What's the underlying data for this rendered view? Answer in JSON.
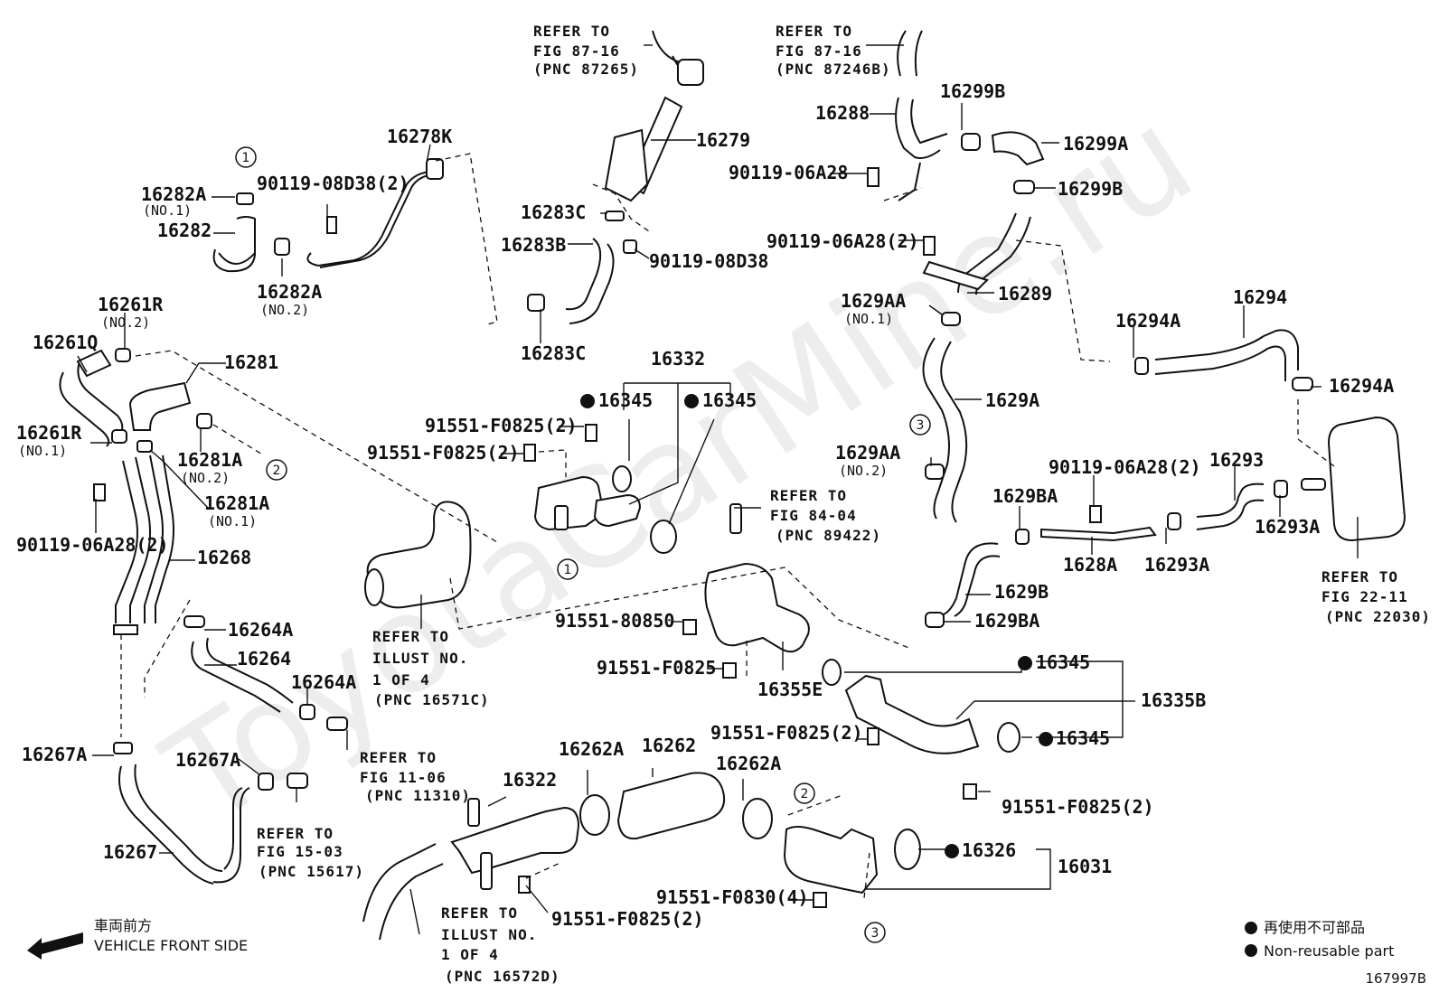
{
  "watermark": "ToyotaCarMine.ru",
  "illustration_number": "167997B",
  "front_label_jp": "車両前方",
  "front_label_en": "VEHICLE FRONT SIDE",
  "legend": {
    "jp": "再使用不可部品",
    "en": "Non-reusable part"
  },
  "labels": [
    {
      "id": "16278K",
      "text": "16278K",
      "style": "pn"
    },
    {
      "id": "16282A-no1",
      "text": "16282A",
      "style": "pn"
    },
    {
      "id": "16282A-no1-sub",
      "text": "(NO.1)",
      "style": "sub"
    },
    {
      "id": "16282",
      "text": "16282",
      "style": "pn"
    },
    {
      "id": "16282A-no2",
      "text": "16282A",
      "style": "pn"
    },
    {
      "id": "16282A-no2-sub",
      "text": "(NO.2)",
      "style": "sub"
    },
    {
      "id": "90119-08D38-2",
      "text": "90119-08D38(2)",
      "style": "pn"
    },
    {
      "id": "16279",
      "text": "16279",
      "style": "pn"
    },
    {
      "id": "16283C-top",
      "text": "16283C",
      "style": "pn"
    },
    {
      "id": "16283B",
      "text": "16283B",
      "style": "pn"
    },
    {
      "id": "90119-08D38",
      "text": "90119-08D38",
      "style": "pn"
    },
    {
      "id": "16283C-bottom",
      "text": "16283C",
      "style": "pn"
    },
    {
      "id": "16288",
      "text": "16288",
      "style": "pn"
    },
    {
      "id": "16299B-top",
      "text": "16299B",
      "style": "pn"
    },
    {
      "id": "16299A",
      "text": "16299A",
      "style": "pn"
    },
    {
      "id": "90119-06A28-a",
      "text": "90119-06A28",
      "style": "pn"
    },
    {
      "id": "16299B-bottom",
      "text": "16299B",
      "style": "pn"
    },
    {
      "id": "90119-06A28-2-a",
      "text": "90119-06A28(2)",
      "style": "pn"
    },
    {
      "id": "16289",
      "text": "16289",
      "style": "pn"
    },
    {
      "id": "1629AA-no1",
      "text": "1629AA",
      "style": "pn"
    },
    {
      "id": "1629AA-no1-sub",
      "text": "(NO.1)",
      "style": "sub"
    },
    {
      "id": "16294",
      "text": "16294",
      "style": "pn"
    },
    {
      "id": "16294A-top",
      "text": "16294A",
      "style": "pn"
    },
    {
      "id": "16294A-right",
      "text": "16294A",
      "style": "pn"
    },
    {
      "id": "1629A",
      "text": "1629A",
      "style": "pn"
    },
    {
      "id": "1629AA-no2",
      "text": "1629AA",
      "style": "pn"
    },
    {
      "id": "1629AA-no2-sub",
      "text": "(NO.2)",
      "style": "sub"
    },
    {
      "id": "90119-06A28-2-b",
      "text": "90119-06A28(2)",
      "style": "pn"
    },
    {
      "id": "16293",
      "text": "16293",
      "style": "pn"
    },
    {
      "id": "1629BA-top",
      "text": "1629BA",
      "style": "pn"
    },
    {
      "id": "1628A",
      "text": "1628A",
      "style": "pn"
    },
    {
      "id": "16293A-mid",
      "text": "16293A",
      "style": "pn"
    },
    {
      "id": "16293A-right",
      "text": "16293A",
      "style": "pn"
    },
    {
      "id": "1629B",
      "text": "1629B",
      "style": "pn"
    },
    {
      "id": "1629BA-bottom",
      "text": "1629BA",
      "style": "pn"
    },
    {
      "id": "16261R-no2",
      "text": "16261R",
      "style": "pn"
    },
    {
      "id": "16261R-no2-sub",
      "text": "(NO.2)",
      "style": "sub"
    },
    {
      "id": "16261Q",
      "text": "16261Q",
      "style": "pn"
    },
    {
      "id": "16281",
      "text": "16281",
      "style": "pn"
    },
    {
      "id": "16261R-no1",
      "text": "16261R",
      "style": "pn"
    },
    {
      "id": "16261R-no1-sub",
      "text": "(NO.1)",
      "style": "sub"
    },
    {
      "id": "16281A-no2",
      "text": "16281A",
      "style": "pn"
    },
    {
      "id": "16281A-no2-sub",
      "text": "(NO.2)",
      "style": "sub"
    },
    {
      "id": "16281A-no1",
      "text": "16281A",
      "style": "pn"
    },
    {
      "id": "16281A-no1-sub",
      "text": "(NO.1)",
      "style": "sub"
    },
    {
      "id": "90119-06A28-2-c",
      "text": "90119-06A28(2)",
      "style": "pn"
    },
    {
      "id": "16268",
      "text": "16268",
      "style": "pn"
    },
    {
      "id": "16332",
      "text": "16332",
      "style": "pn"
    },
    {
      "id": "16345-a",
      "text": "16345",
      "style": "pn"
    },
    {
      "id": "16345-b",
      "text": "16345",
      "style": "pn"
    },
    {
      "id": "91551-F0825-2-a",
      "text": "91551-F0825(2)",
      "style": "pn"
    },
    {
      "id": "91551-F0825-2-b",
      "text": "91551-F0825(2)",
      "style": "pn"
    },
    {
      "id": "91551-80850",
      "text": "91551-80850",
      "style": "pn"
    },
    {
      "id": "91551-F0825",
      "text": "91551-F0825",
      "style": "pn"
    },
    {
      "id": "16355E",
      "text": "16355E",
      "style": "pn"
    },
    {
      "id": "16264A-top",
      "text": "16264A",
      "style": "pn"
    },
    {
      "id": "16264",
      "text": "16264",
      "style": "pn"
    },
    {
      "id": "16264A-bottom",
      "text": "16264A",
      "style": "pn"
    },
    {
      "id": "16267A-left",
      "text": "16267A",
      "style": "pn"
    },
    {
      "id": "16267A-mid",
      "text": "16267A",
      "style": "pn"
    },
    {
      "id": "16267",
      "text": "16267",
      "style": "pn"
    },
    {
      "id": "16322",
      "text": "16322",
      "style": "pn"
    },
    {
      "id": "16262A-left",
      "text": "16262A",
      "style": "pn"
    },
    {
      "id": "16262",
      "text": "16262",
      "style": "pn"
    },
    {
      "id": "16262A-right",
      "text": "16262A",
      "style": "pn"
    },
    {
      "id": "16345-c",
      "text": "16345",
      "style": "pn"
    },
    {
      "id": "16335B",
      "text": "16335B",
      "style": "pn"
    },
    {
      "id": "91551-F0825-2-c",
      "text": "91551-F0825(2)",
      "style": "pn"
    },
    {
      "id": "16345-d",
      "text": "16345",
      "style": "pn"
    },
    {
      "id": "91551-F0825-2-d",
      "text": "91551-F0825(2)",
      "style": "pn"
    },
    {
      "id": "16326",
      "text": "16326",
      "style": "pn"
    },
    {
      "id": "16031",
      "text": "16031",
      "style": "pn"
    },
    {
      "id": "91551-F0830-4",
      "text": "91551-F0830(4)",
      "style": "pn"
    },
    {
      "id": "91551-F0825-2-e",
      "text": "91551-F0825(2)",
      "style": "pn"
    }
  ],
  "references": [
    {
      "id": "ref-87265",
      "lines": [
        "REFER TO",
        "FIG 87-16",
        "(PNC 87265)"
      ]
    },
    {
      "id": "ref-87246B",
      "lines": [
        "REFER TO",
        "FIG 87-16",
        "(PNC 87246B)"
      ]
    },
    {
      "id": "ref-89422",
      "lines": [
        "REFER TO",
        "FIG 84-04",
        "(PNC 89422)"
      ]
    },
    {
      "id": "ref-22030",
      "lines": [
        "REFER TO",
        "FIG 22-11",
        "(PNC 22030)"
      ]
    },
    {
      "id": "ref-16571C",
      "lines": [
        "REFER TO",
        "ILLUST NO.",
        "1 OF 4",
        "(PNC 16571C)"
      ]
    },
    {
      "id": "ref-11310",
      "lines": [
        "REFER TO",
        "FIG 11-06",
        "(PNC 11310)"
      ]
    },
    {
      "id": "ref-15617",
      "lines": [
        "REFER TO",
        "FIG 15-03",
        "(PNC 15617)"
      ]
    },
    {
      "id": "ref-16572D",
      "lines": [
        "REFER TO",
        "ILLUST NO.",
        "1 OF 4",
        "(PNC 16572D)"
      ]
    }
  ],
  "circle_markers": [
    {
      "id": "c1-top",
      "text": "1"
    },
    {
      "id": "c1-bottom",
      "text": "1"
    },
    {
      "id": "c2-left",
      "text": "2"
    },
    {
      "id": "c2-right",
      "text": "2"
    },
    {
      "id": "c3-top",
      "text": "3"
    },
    {
      "id": "c3-bottom",
      "text": "3"
    }
  ]
}
